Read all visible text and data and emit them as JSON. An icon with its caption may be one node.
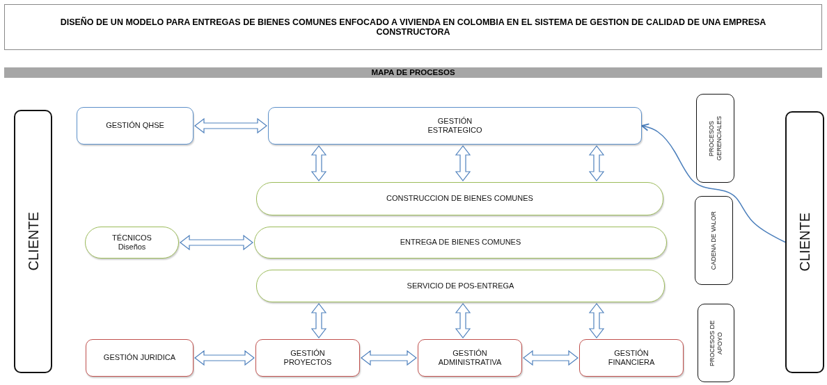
{
  "diagram": {
    "title": "DISEÑO DE UN MODELO PARA ENTREGAS DE BIENES COMUNES ENFOCADO A VIVIENDA EN COLOMBIA EN EL SISTEMA DE GESTION DE CALIDAD DE UNA EMPRESA CONSTRUCTORA",
    "nodes": [
      {
        "text": [
          "CLIENTE"
        ]
      },
      {
        "text": [
          "GESTIÓN QHSE"
        ]
      },
      {
        "text": [
          "GESTIÓN ESTRATEGICO"
        ]
      },
      {
        "text": [
          "PROCESOS GERENCIALES"
        ]
      },
      {
        "text": [
          "CONSTRUCCION DE BIENES COMUNES"
        ]
      },
      {
        "text": [
          "TÉCNICOS",
          "Diseños"
        ]
      },
      {
        "text": [
          "ENTREGA DE BIENES COMUNES"
        ]
      },
      {
        "text": [
          "CADENA DE VALOR"
        ]
      },
      {
        "text": [
          "CLIENTE"
        ]
      },
      {
        "text": [
          "SERVICIO DE POS-ENTREGA"
        ]
      },
      {
        "text": [
          "PROCESOS DE APOYO"
        ]
      },
      {
        "text": [
          "GESTIÓN JURIDICA"
        ]
      },
      {
        "text": [
          "GESTIÓN PROYECTOS"
        ]
      },
      {
        "text": [
          "GESTIÓN ADMINISTRATIVA"
        ]
      },
      {
        "text": [
          "GESTIÓN FINANCIERA"
        ]
      }
    ],
    "edges": [
      {
        "from": 1,
        "to": 2,
        "arrow": "both"
      },
      {
        "from": 2,
        "to": 4,
        "arrow": "both"
      },
      {
        "from": 2,
        "to": 4,
        "arrow": "both"
      },
      {
        "from": 2,
        "to": 4,
        "arrow": "both"
      },
      {
        "from": 5,
        "to": 6,
        "arrow": "both"
      },
      {
        "from": 9,
        "to": 12,
        "arrow": "both"
      },
      {
        "from": 9,
        "to": 13,
        "arrow": "both"
      },
      {
        "from": 9,
        "to": 14,
        "arrow": "both"
      },
      {
        "from": 11,
        "to": 12,
        "arrow": "both"
      },
      {
        "from": 12,
        "to": 13,
        "arrow": "both"
      },
      {
        "from": 13,
        "to": 14,
        "arrow": "both"
      },
      {
        "from": 8,
        "to": 2,
        "arrow": "to"
      }
    ],
    "labels": [
      "MAPA DE PROCESOS"
    ]
  }
}
